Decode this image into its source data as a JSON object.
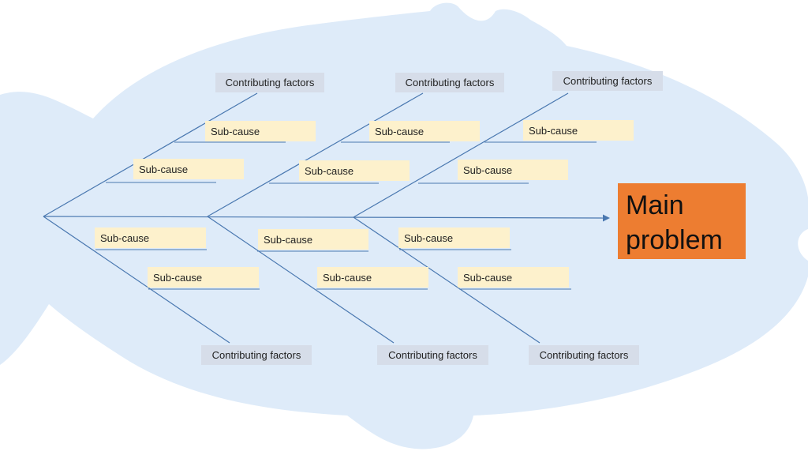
{
  "diagram": {
    "type": "fishbone",
    "colors": {
      "body": "#deebf9",
      "line": "#4a78b0",
      "factor_box": "#d6dde9",
      "subcause_box": "#fdf1cc",
      "problem_box": "#ed7d31"
    },
    "main_problem": "Main problem",
    "top_factors": [
      "Contributing factors",
      "Contributing factors",
      "Contributing factors"
    ],
    "bottom_factors": [
      "Contributing factors",
      "Contributing factors",
      "Contributing factors"
    ],
    "top_subcauses": [
      [
        "Sub-cause",
        "Sub-cause"
      ],
      [
        "Sub-cause",
        "Sub-cause"
      ],
      [
        "Sub-cause",
        "Sub-cause"
      ]
    ],
    "bottom_subcauses": [
      [
        "Sub-cause",
        "Sub-cause"
      ],
      [
        "Sub-cause",
        "Sub-cause"
      ],
      [
        "Sub-cause",
        "Sub-cause"
      ]
    ]
  }
}
